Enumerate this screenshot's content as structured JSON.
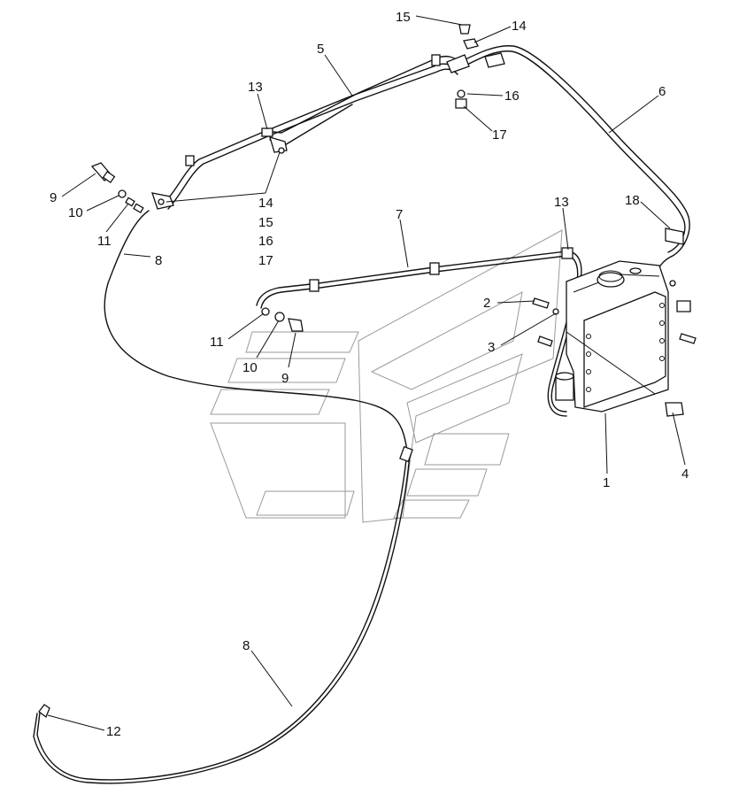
{
  "callouts": [
    {
      "id": "c15a",
      "text": "15"
    },
    {
      "id": "c14a",
      "text": "14"
    },
    {
      "id": "c5",
      "text": "5"
    },
    {
      "id": "c16a",
      "text": "16"
    },
    {
      "id": "c6",
      "text": "6"
    },
    {
      "id": "c13a",
      "text": "13"
    },
    {
      "id": "c17a",
      "text": "17"
    },
    {
      "id": "c9a",
      "text": "9"
    },
    {
      "id": "c10a",
      "text": "10"
    },
    {
      "id": "c11a",
      "text": "11"
    },
    {
      "id": "c8a",
      "text": "8"
    },
    {
      "id": "c14b",
      "text": "14"
    },
    {
      "id": "c15b",
      "text": "15"
    },
    {
      "id": "c16b",
      "text": "16"
    },
    {
      "id": "c17b",
      "text": "17"
    },
    {
      "id": "c7",
      "text": "7"
    },
    {
      "id": "c13b",
      "text": "13"
    },
    {
      "id": "c18",
      "text": "18"
    },
    {
      "id": "c2",
      "text": "2"
    },
    {
      "id": "c3",
      "text": "3"
    },
    {
      "id": "c11b",
      "text": "11"
    },
    {
      "id": "c10b",
      "text": "10"
    },
    {
      "id": "c9b",
      "text": "9"
    },
    {
      "id": "c1",
      "text": "1"
    },
    {
      "id": "c4",
      "text": "4"
    },
    {
      "id": "c8b",
      "text": "8"
    },
    {
      "id": "c12",
      "text": "12"
    }
  ]
}
